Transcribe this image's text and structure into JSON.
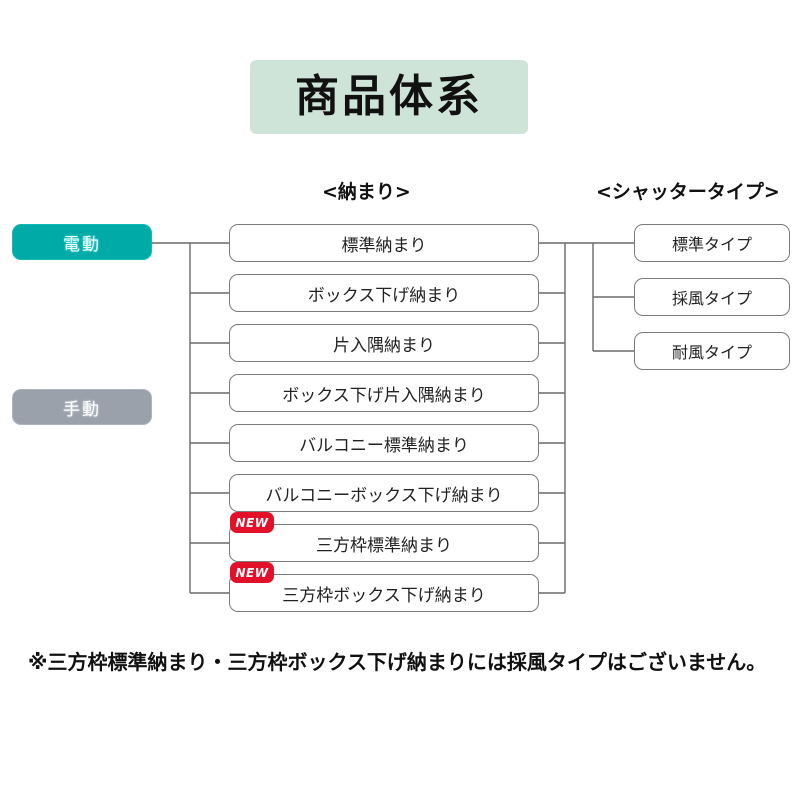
{
  "title": {
    "text": "商品体系"
  },
  "headers": {
    "osamari": "<納まり>",
    "shutter": "<シャッタータイプ>"
  },
  "drive_types": [
    {
      "label": "電動",
      "color": "#00aaa6"
    },
    {
      "label": "手動",
      "color": "#9aa1ab"
    }
  ],
  "osamari_nodes": [
    {
      "label": "標準納まり",
      "is_new": false
    },
    {
      "label": "ボックス下げ納まり",
      "is_new": false
    },
    {
      "label": "片入隅納まり",
      "is_new": false
    },
    {
      "label": "ボックス下げ片入隅納まり",
      "is_new": false
    },
    {
      "label": "バルコニー標準納まり",
      "is_new": false
    },
    {
      "label": "バルコニーボックス下げ納まり",
      "is_new": false
    },
    {
      "label": "三方枠標準納まり",
      "is_new": true
    },
    {
      "label": "三方枠ボックス下げ納まり",
      "is_new": true
    }
  ],
  "shutter_types": [
    {
      "label": "標準タイプ"
    },
    {
      "label": "採風タイプ"
    },
    {
      "label": "耐風タイプ"
    }
  ],
  "badge": {
    "new_label": "NEW",
    "color": "#e3102a"
  },
  "footnote": {
    "text": "※三方枠標準納まり・三方枠ボックス下げ納まりには採風タイプはございません。"
  },
  "theme": {
    "title_background": "#cfe4d8",
    "line_color": "#6a6a6a",
    "box_border": "#7b7b7b",
    "page_background": "#ffffff"
  }
}
